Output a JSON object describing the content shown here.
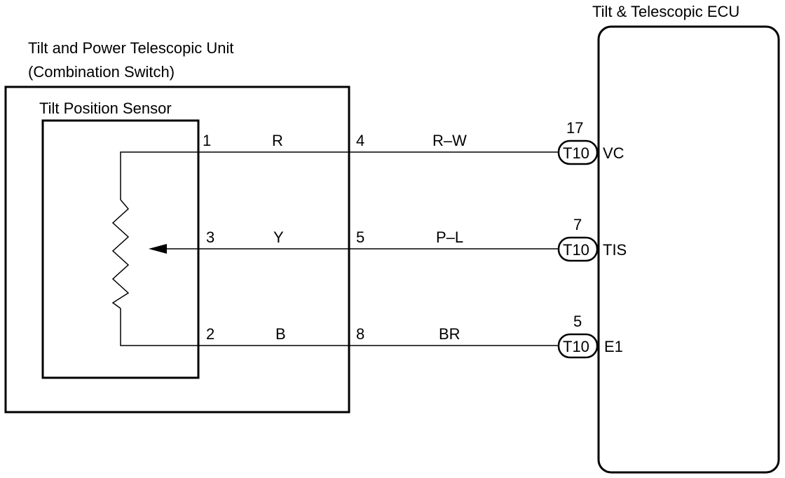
{
  "unit": {
    "title_line1": "Tilt and Power Telescopic Unit",
    "title_line2": "(Combination Switch)"
  },
  "sensor": {
    "title": "Tilt Position Sensor"
  },
  "ecu": {
    "title": "Tilt & Telescopic ECU"
  },
  "wires": [
    {
      "sensor_pin": "1",
      "sensor_color": "R",
      "unit_pin": "4",
      "harness_color": "R–W",
      "ecu_pin": "17",
      "connector": "T10",
      "terminal": "VC"
    },
    {
      "sensor_pin": "3",
      "sensor_color": "Y",
      "unit_pin": "5",
      "harness_color": "P–L",
      "ecu_pin": "7",
      "connector": "T10",
      "terminal": "TIS"
    },
    {
      "sensor_pin": "2",
      "sensor_color": "B",
      "unit_pin": "8",
      "harness_color": "BR",
      "ecu_pin": "5",
      "connector": "T10",
      "terminal": "E1"
    }
  ]
}
